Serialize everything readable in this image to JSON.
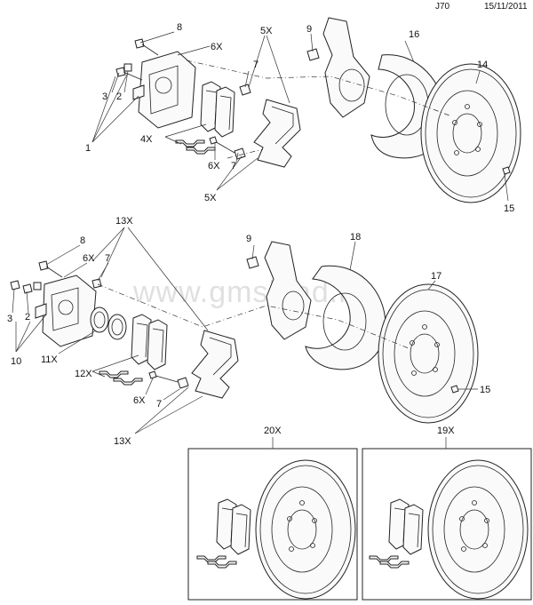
{
  "header": {
    "code": "J70",
    "date": "15/11/2011"
  },
  "watermark": "www.gmshlad.ru",
  "callouts": {
    "top": {
      "n8": "8",
      "n6x_a": "6X",
      "n5x_a": "5X",
      "n9": "9",
      "n16": "16",
      "n14": "14",
      "n7_a": "7",
      "n3": "3",
      "n2": "2",
      "n1": "1",
      "n4x": "4X",
      "n6x_b": "6X",
      "n7_b": "7",
      "n5x_b": "5X",
      "n15": "15"
    },
    "bottom": {
      "n13x_a": "13X",
      "n8": "8",
      "n9": "9",
      "n18": "18",
      "n6x_a": "6X",
      "n7_a": "7",
      "n17": "17",
      "n3": "3",
      "n2": "2",
      "n10": "10",
      "n11x": "11X",
      "n12x": "12X",
      "n15": "15",
      "n6x_b": "6X",
      "n7_b": "7",
      "n13x_b": "13X"
    },
    "boxes": {
      "n20x": "20X",
      "n19x": "19X"
    }
  }
}
